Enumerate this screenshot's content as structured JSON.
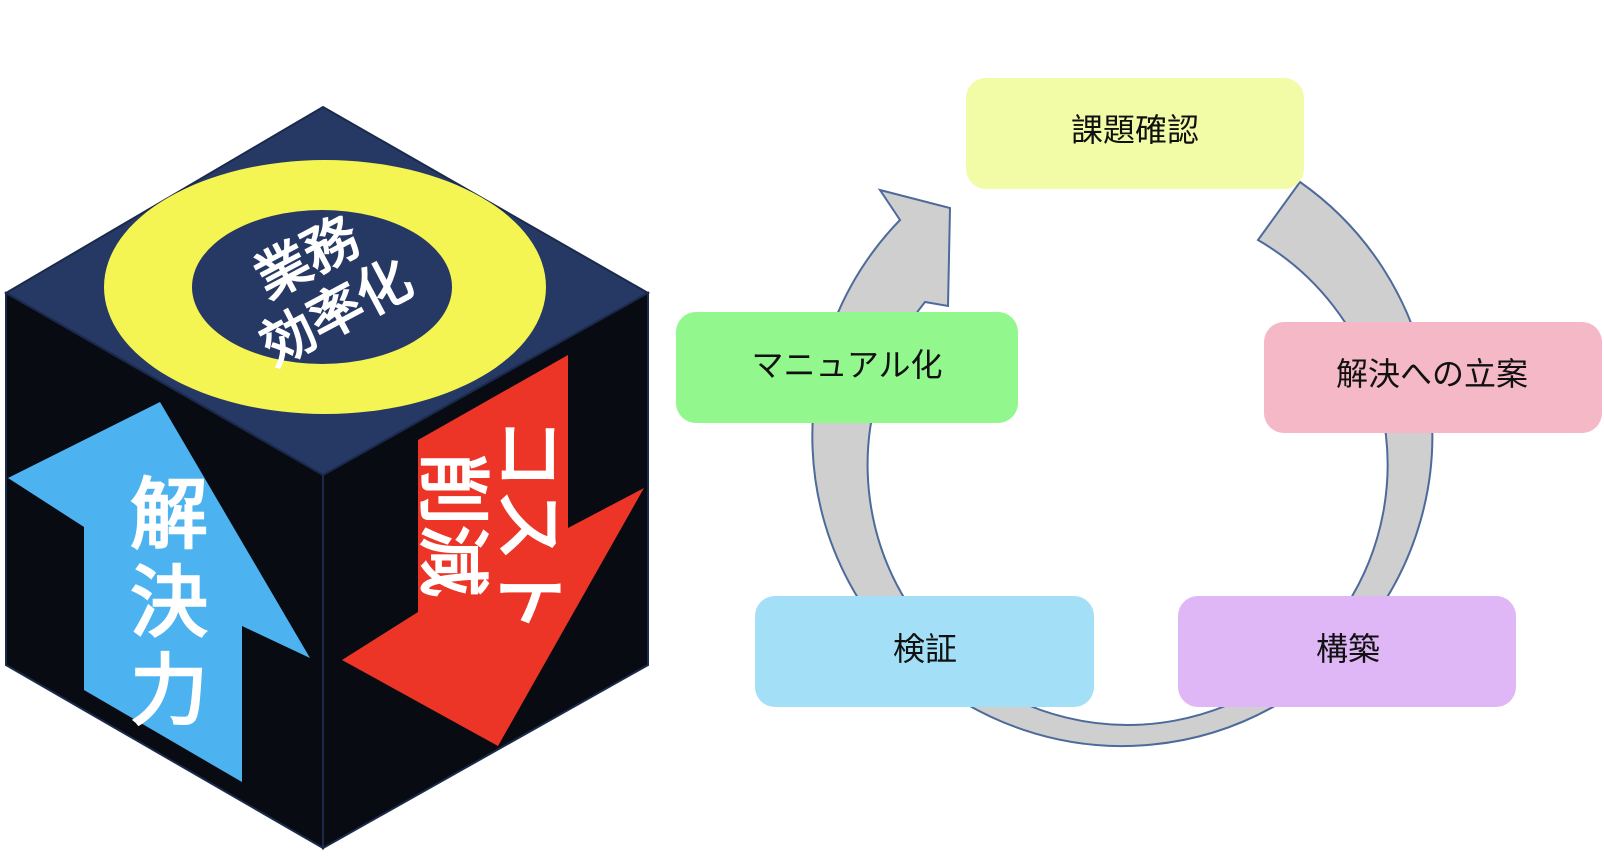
{
  "cube": {
    "top_label": [
      "業務",
      "効率化"
    ],
    "front_label": [
      "解",
      "決",
      "力"
    ],
    "right_label": [
      "コスト",
      "削減"
    ],
    "colors": {
      "top": "#263864",
      "front": "#090b12",
      "right": "#090b12",
      "ring": "#f4f452",
      "up_arrow": "#4db3f0",
      "down_arrow": "#ed3527"
    }
  },
  "cycle": {
    "items": [
      {
        "label": "課題確認",
        "color": "#f2fca6"
      },
      {
        "label": "解決への立案",
        "color": "#f4b8c7"
      },
      {
        "label": "構築",
        "color": "#dfb7f6"
      },
      {
        "label": "検証",
        "color": "#a3dff7"
      },
      {
        "label": "マニュアル化",
        "color": "#92f78d"
      }
    ],
    "arrow_color": "#cfcfcf",
    "arrow_stroke": "#4d6a9b"
  }
}
